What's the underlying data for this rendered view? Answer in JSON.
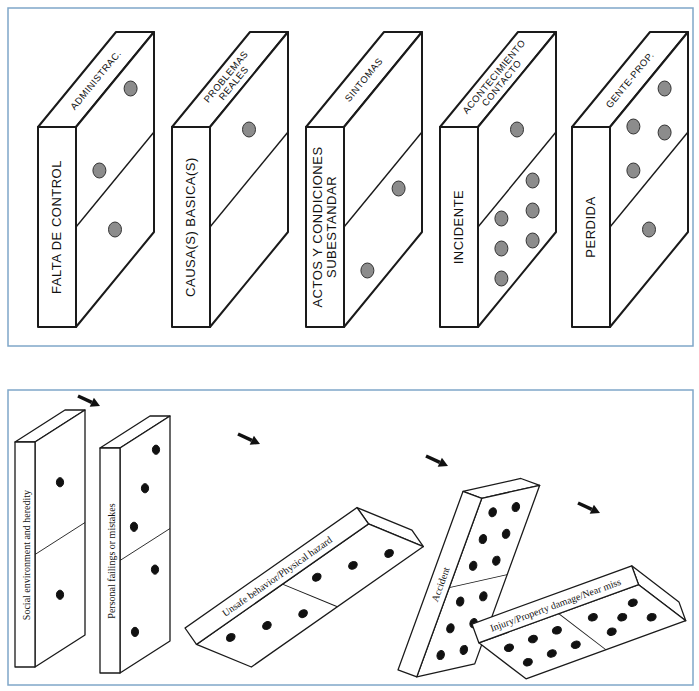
{
  "diagram": {
    "nodes": [
      {
        "text": [
          "FALTA DE CONTROL",
          "ADMINISTRAC."
        ]
      },
      {
        "text": [
          "CAUSA(S) BASICA(S)",
          "PROBLEMAS REALES"
        ]
      },
      {
        "text": [
          "ACTOS Y CONDICIONES SUBESTANDAR",
          "SINTOMAS"
        ]
      },
      {
        "text": [
          "INCIDENTE",
          "ACONTECIMIENTO CONTACTO"
        ]
      },
      {
        "text": [
          "PERDIDA",
          "GENTE-PROP."
        ]
      },
      {
        "text": [
          "Social environment and heredity"
        ]
      },
      {
        "text": [
          "Personal failings or mistakes"
        ]
      },
      {
        "text": [
          "Unsafe behavior/Physical hazard"
        ]
      },
      {
        "text": [
          "Accident"
        ]
      },
      {
        "text": [
          "Injury/Property damage/Near miss"
        ]
      }
    ]
  }
}
